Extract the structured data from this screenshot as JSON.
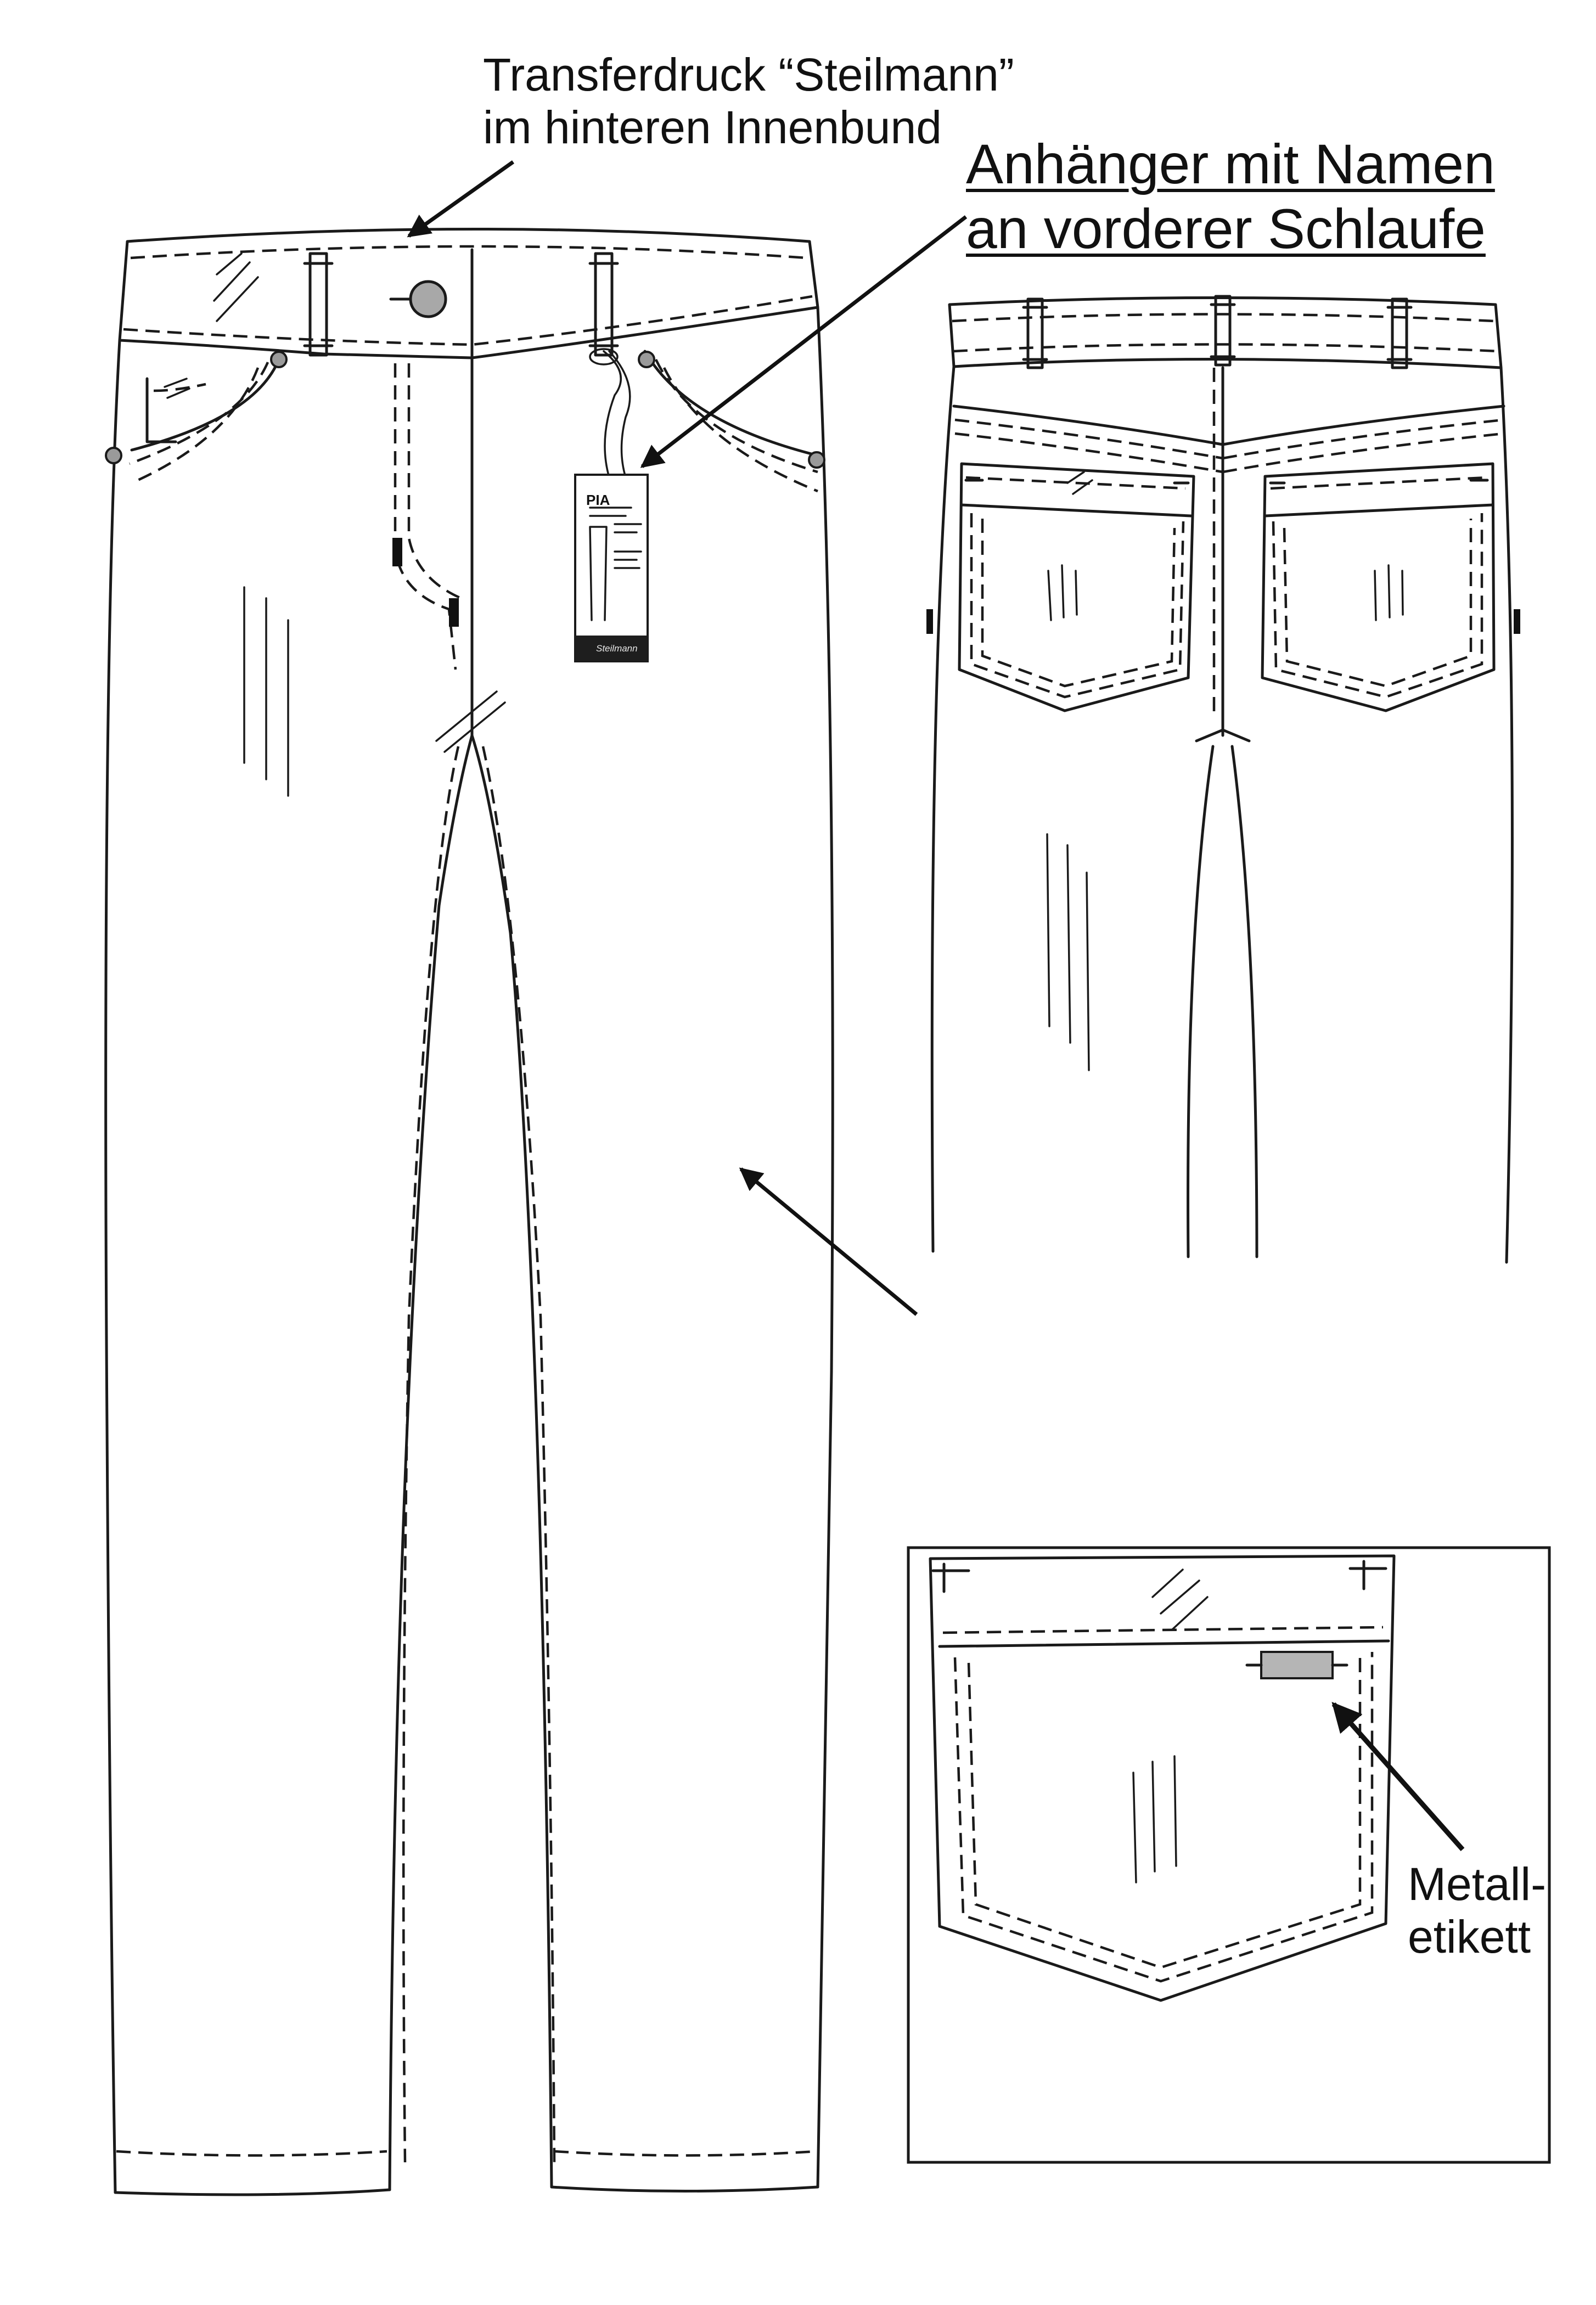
{
  "annotations": {
    "transfer_print": [
      "Transferdruck “Steilmann”",
      "im hinteren Innenbund"
    ],
    "hang_tag": [
      "Anhänger mit Namen ",
      "an vorderer Schlaufe"
    ],
    "metal_label": [
      "Metall-",
      "etikett"
    ]
  },
  "hang_tag_card": {
    "style_name": "PIA",
    "brand": "Steilmann"
  },
  "colors": {
    "line": "#1a1a1a",
    "button_fill": "#a8a8a8",
    "rivet_fill": "#9a9a9a",
    "metal_label_fill": "#b5b5b5",
    "tag_footer": "#1e1e1e"
  }
}
